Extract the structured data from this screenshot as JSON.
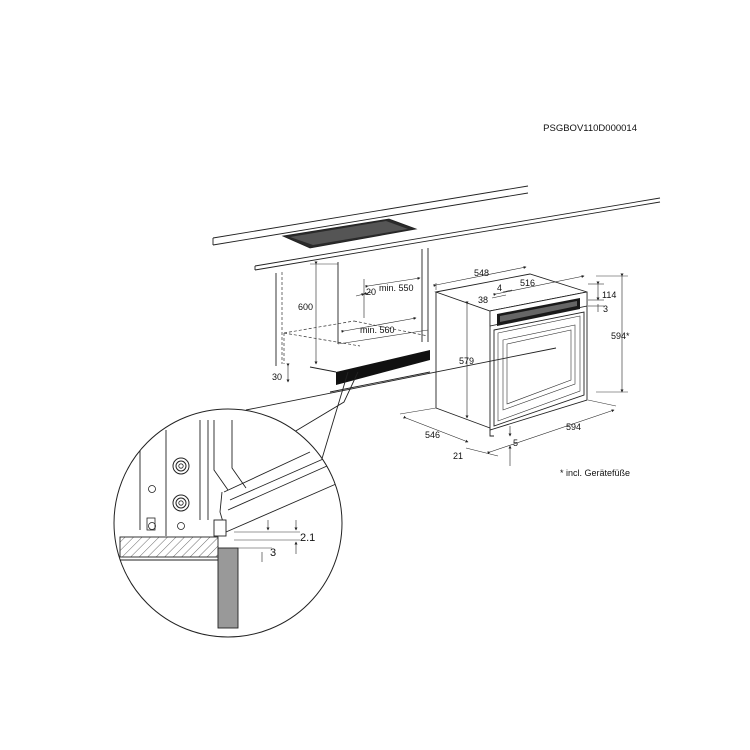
{
  "document_code": "PSGBOV110D000014",
  "footnote": "* incl. Gerätefüße",
  "cabinet_dimensions": {
    "height": "600",
    "depth_offset": "20",
    "min_width": "min. 550",
    "min_depth": "min. 560",
    "bottom": "30"
  },
  "oven_dimensions": {
    "top_width": "548",
    "panel_offset": "4",
    "panel_width": "516",
    "panel_depth": "38",
    "panel_height": "114",
    "panel_gap": "3",
    "total_height": "594*",
    "body_height": "579",
    "depth": "546",
    "front_depth": "21",
    "foot_height": "5",
    "width": "594"
  },
  "detail_dimensions": {
    "gap": "2.1",
    "lip": "3"
  }
}
